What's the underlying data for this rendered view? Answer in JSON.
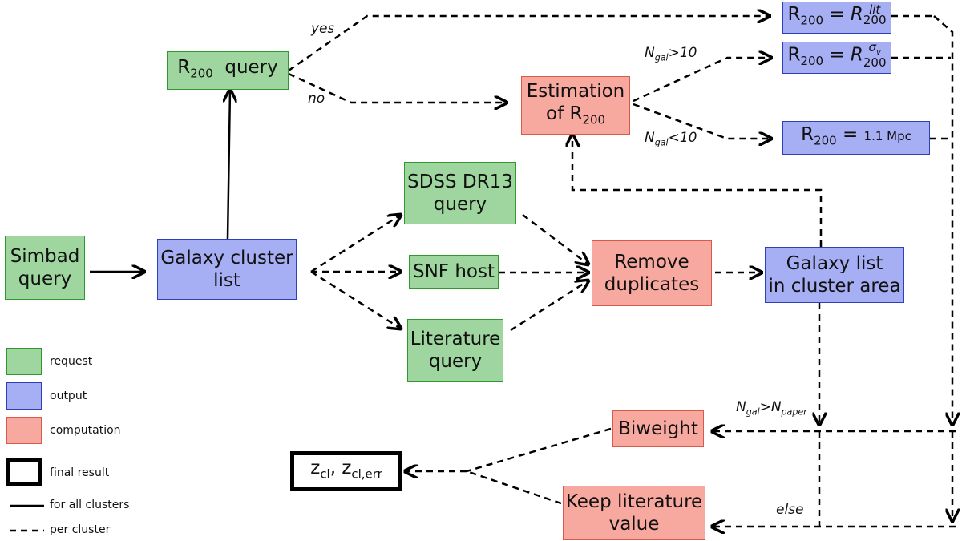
{
  "nodes": {
    "simbad": {
      "line1": "Simbad",
      "line2": "query"
    },
    "cluster_list": {
      "line1": "Galaxy cluster",
      "line2": "list"
    },
    "r200_query": {
      "base": "R",
      "sub": "200",
      "suffix": "query"
    },
    "estimation": {
      "line1": "Estimation",
      "line2_base": "of R",
      "line2_sub": "200"
    },
    "out_lit": {
      "lhs_base": "R",
      "lhs_sub": "200",
      "eq": "=",
      "rhs_base": "R",
      "rhs_sub": "200",
      "rhs_sup": "lit"
    },
    "out_sigma": {
      "lhs_base": "R",
      "lhs_sub": "200",
      "eq": "=",
      "rhs_base": "R",
      "rhs_sub": "200",
      "rhs_sup_base": "σ",
      "rhs_sup_sub": "v"
    },
    "out_fixed": {
      "lhs_base": "R",
      "lhs_sub": "200",
      "eq": "=",
      "value": "1.1 Mpc"
    },
    "sdss": {
      "line1": "SDSS DR13",
      "line2": "query"
    },
    "snf": {
      "line1": "SNF host"
    },
    "literature": {
      "line1": "Literature",
      "line2": "query"
    },
    "remove": {
      "line1": "Remove",
      "line2": "duplicates"
    },
    "galaxy_list": {
      "line1": "Galaxy list",
      "line2": "in cluster area"
    },
    "biweight": {
      "line1": "Biweight"
    },
    "keep_lit": {
      "line1": "Keep literature",
      "line2": "value"
    },
    "result": {
      "a_base": "z",
      "a_sub": "cl",
      "sep": ",",
      "b_base": "z",
      "b_sub": "cl,err"
    }
  },
  "edge_labels": {
    "yes": "yes",
    "no": "no",
    "ngal_gt10": {
      "base": "N",
      "sub": "gal",
      "rest": ">10"
    },
    "ngal_lt10": {
      "base": "N",
      "sub": "gal",
      "rest": "<10"
    },
    "ngal_gt_npaper": {
      "base": "N",
      "sub": "gal",
      "op": ">",
      "base2": "N",
      "sub2": "paper"
    },
    "else": "else"
  },
  "legend": {
    "request": "request",
    "output": "output",
    "computation": "computation",
    "final": "final result",
    "solid": "for all clusters",
    "dashed": "per cluster"
  },
  "colors": {
    "request_fill": "#9fd69f",
    "request_border": "#2e9a2e",
    "output_fill": "#a6aef4",
    "output_border": "#2f3fb8",
    "comp_fill": "#f7a9a0",
    "comp_border": "#d95a4a"
  }
}
